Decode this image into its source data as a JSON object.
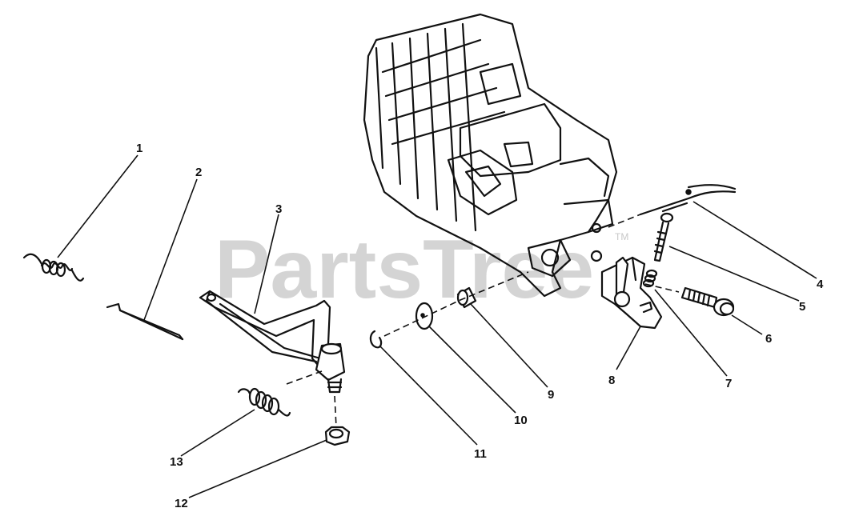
{
  "watermark": {
    "text": "PartsTree",
    "trademark": "TM"
  },
  "callouts": [
    "1",
    "2",
    "3",
    "4",
    "5",
    "6",
    "7",
    "8",
    "9",
    "10",
    "11",
    "12",
    "13"
  ],
  "colors": {
    "line": "#111111",
    "watermark": "#d4d4d4",
    "background": "#ffffff"
  }
}
